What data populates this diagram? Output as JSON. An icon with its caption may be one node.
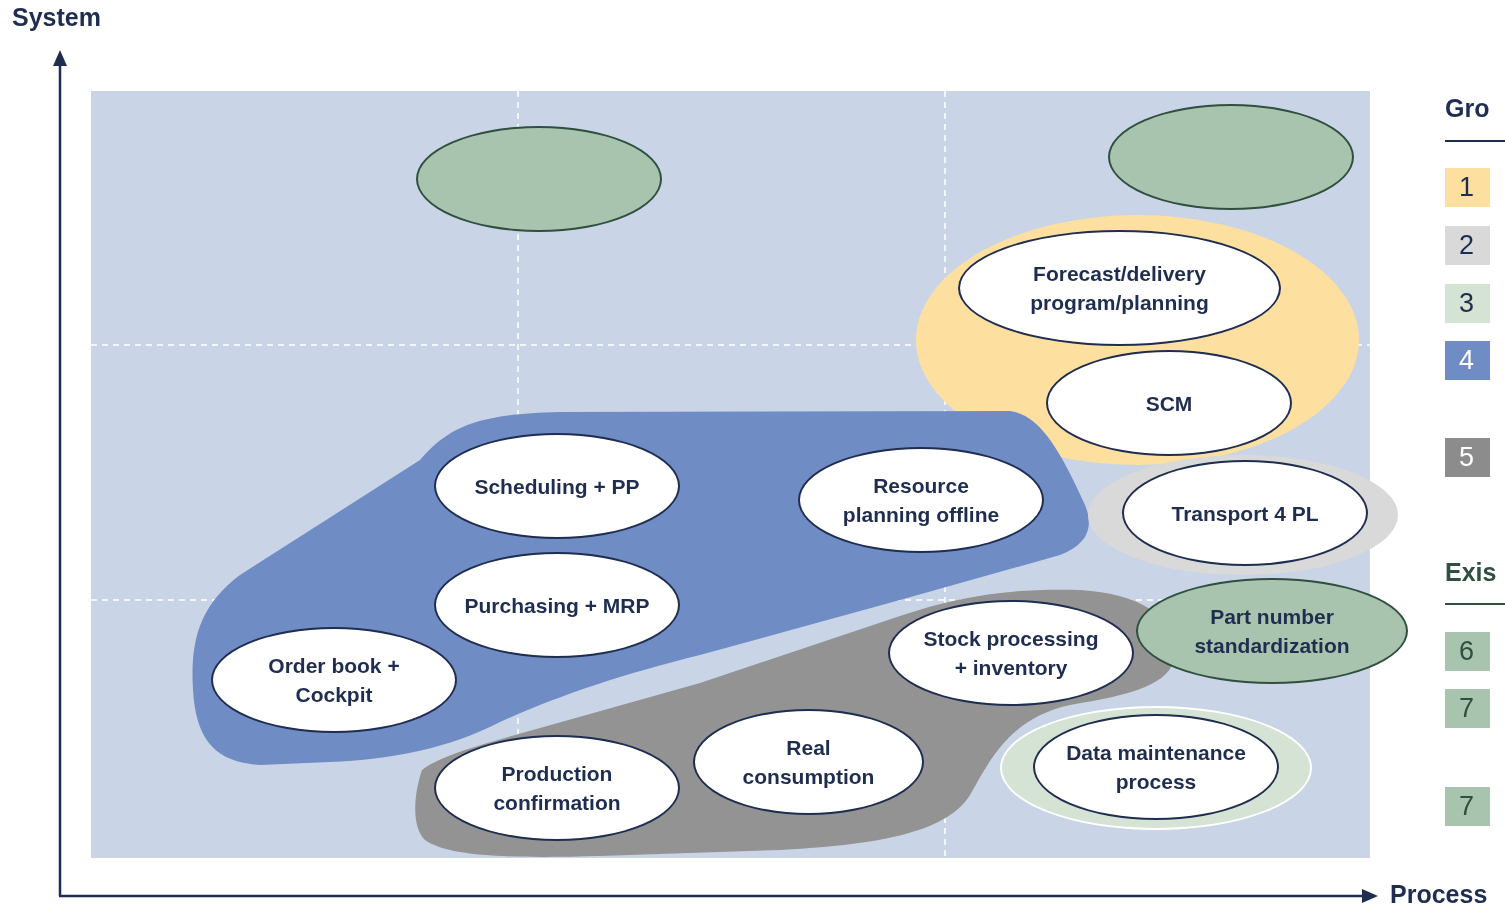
{
  "diagram": {
    "nodes": [
      {
        "text": [],
        "shape": "ellipse"
      },
      {
        "text": [],
        "shape": "ellipse"
      },
      {
        "text": [],
        "shape": "ellipse"
      },
      {
        "text": [
          "Forecast/delivery program/planning"
        ],
        "in": 2
      },
      {
        "text": [
          "SCM"
        ],
        "in": 2
      },
      {
        "text": [],
        "shape": "blob"
      },
      {
        "text": [
          "Scheduling + PP"
        ],
        "in": 5
      },
      {
        "text": [
          "Resource planning offline"
        ],
        "in": 5
      },
      {
        "text": [],
        "shape": "ellipse"
      },
      {
        "text": [
          "Transport 4 PL"
        ],
        "in": 8
      },
      {
        "text": [
          "Purchasing + MRP"
        ],
        "in": 5
      },
      {
        "text": [],
        "shape": "blob"
      },
      {
        "text": [
          "Stock processing + inventory"
        ],
        "in": 11
      },
      {
        "text": [
          "Part number standardization"
        ]
      },
      {
        "text": [
          "Order book + Cockpit"
        ],
        "in": 5
      },
      {
        "text": [],
        "shape": "ellipse"
      },
      {
        "text": [
          "Data maintenance process"
        ],
        "in": 15
      },
      {
        "text": [
          "Real consumption"
        ],
        "in": 11
      },
      {
        "text": [
          "Production confirmation"
        ],
        "in": 11
      }
    ],
    "labels": [
      "System",
      "Gro",
      "Exis",
      "Process"
    ],
    "legend": [
      {
        "text": "1",
        "color": "#fddf9f"
      },
      {
        "text": "2",
        "color": "#d9d9d9"
      },
      {
        "text": "3",
        "color": "#d5e3d5"
      },
      {
        "text": "4",
        "color": "#6f8cc4"
      },
      {
        "text": "5",
        "color": "#8c8c8c"
      },
      {
        "text": "6",
        "color": "#a9c4ae"
      },
      {
        "text": "7",
        "color": "#a9c4ae"
      },
      {
        "text": "7",
        "color": "#a9c4ae"
      }
    ]
  }
}
